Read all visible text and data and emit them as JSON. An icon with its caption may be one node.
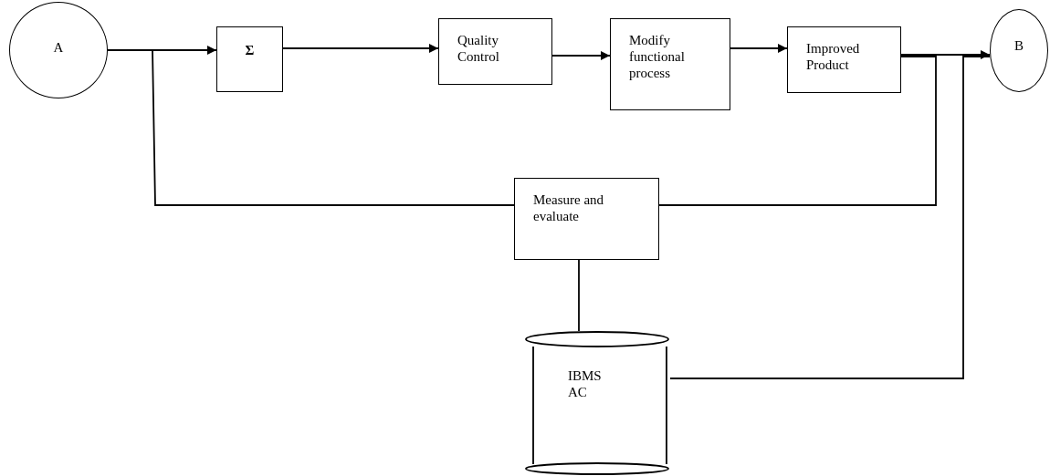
{
  "diagram": {
    "nodes": [
      {
        "text": [
          "A"
        ]
      },
      {
        "text": [
          "Σ"
        ]
      },
      {
        "text": [
          "Quality Control"
        ]
      },
      {
        "text": [
          "Modify functional process"
        ]
      },
      {
        "text": [
          "Improved Product"
        ]
      },
      {
        "text": [
          "B"
        ]
      },
      {
        "text": [
          "Measure and evaluate"
        ]
      },
      {
        "text": [
          "IBMS AC"
        ]
      }
    ],
    "edges": [
      {
        "from": 0,
        "to": 1,
        "arrow": "to"
      },
      {
        "from": 1,
        "to": 2,
        "arrow": "to"
      },
      {
        "from": 2,
        "to": 3,
        "arrow": "to"
      },
      {
        "from": 3,
        "to": 4,
        "arrow": "to"
      },
      {
        "from": 4,
        "to": 5,
        "arrow": "to"
      },
      {
        "from": 0,
        "to": 6,
        "arrow": "none"
      },
      {
        "from": 6,
        "to": 4,
        "arrow": "none"
      },
      {
        "from": 6,
        "to": 7,
        "arrow": "none"
      },
      {
        "from": 7,
        "to": 5,
        "arrow": "none"
      }
    ]
  }
}
